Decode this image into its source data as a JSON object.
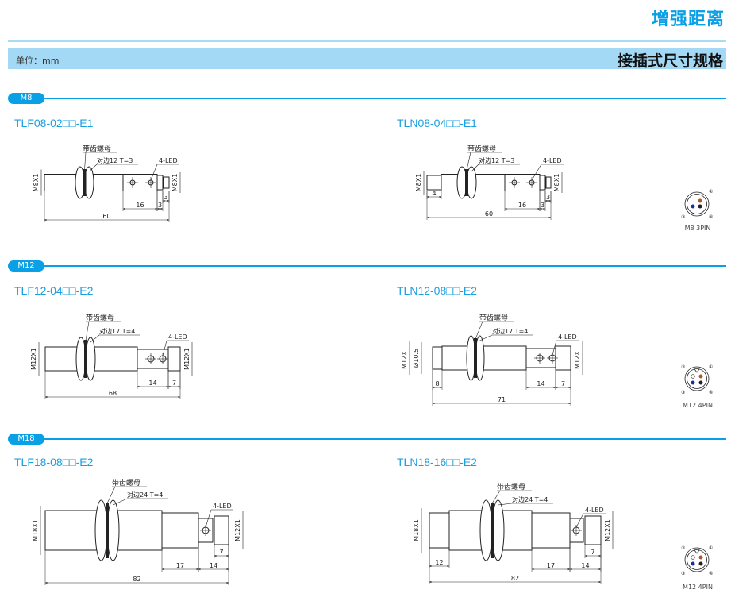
{
  "header": {
    "title": "增强距离",
    "unit": "单位：mm",
    "subtitle": "接插式尺寸规格"
  },
  "sections": [
    {
      "label": "M8",
      "models": [
        "TLF08-02□□-E1",
        "TLN08-04□□-E1"
      ],
      "pin_label": "M8 3PIN"
    },
    {
      "label": "M12",
      "models": [
        "TLF12-04□□-E2",
        "TLN12-08□□-E2"
      ],
      "pin_label": "M12 4PIN"
    },
    {
      "label": "M18",
      "models": [
        "TLF18-08□□-E2",
        "TLN18-16□□-E2"
      ],
      "pin_label": "M12 4PIN"
    }
  ],
  "drawings": [
    {
      "nut": "带齿螺母",
      "side": "对边12 T=3",
      "led": "4-LED",
      "left": "M8X1",
      "right": "M8X1",
      "dims": [
        "60",
        "16",
        "3",
        "3"
      ]
    },
    {
      "nut": "带齿螺母",
      "side": "对边12 T=3",
      "led": "4-LED",
      "left": "M8X1",
      "right": "M8X1",
      "dims": [
        "4",
        "60",
        "16",
        "3",
        "3"
      ]
    },
    {
      "nut": "带齿螺母",
      "side": "对边17 T=4",
      "led": "4-LED",
      "left": "M12X1",
      "right": "M12X1",
      "dims": [
        "68",
        "14",
        "7"
      ]
    },
    {
      "nut": "带齿螺母",
      "side": "对边17 T=4",
      "led": "4-LED",
      "left": "M12X1",
      "left2": "Ø10.5",
      "right": "M12X1",
      "dims": [
        "8",
        "71",
        "14",
        "7"
      ]
    },
    {
      "nut": "带齿螺母",
      "side": "对边24 T=4",
      "led": "4-LED",
      "left": "M18X1",
      "right": "M12X1",
      "dims": [
        "82",
        "17",
        "14",
        "7"
      ]
    },
    {
      "nut": "带齿螺母",
      "side": "对边24 T=4",
      "led": "4-LED",
      "left": "M18X1",
      "right": "M12X1",
      "dims": [
        "12",
        "82",
        "17",
        "14",
        "7"
      ]
    }
  ],
  "pins": {
    "m8": [
      "①",
      "③",
      "④"
    ],
    "m12": [
      "②",
      "①",
      "③",
      "④"
    ]
  },
  "colors": {
    "accent": "#0aa0e6",
    "brown": "#b0562a",
    "blue": "#1a2ea0",
    "black": "#222222",
    "white": "#ffffff"
  }
}
